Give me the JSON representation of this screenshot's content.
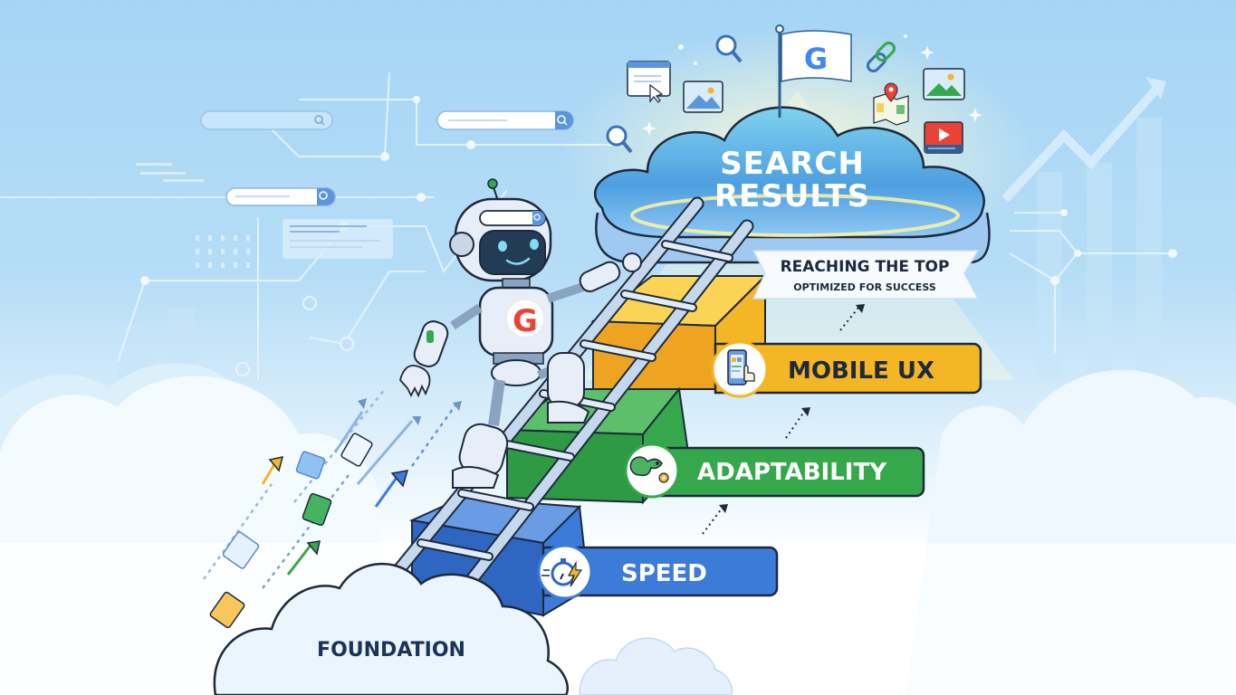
{
  "illustration": {
    "theme": "SEO ladder to search results",
    "colors": {
      "sky": "#a5d5f5",
      "blue_step": "#3d7bd9",
      "green_step": "#36a84c",
      "yellow_step": "#f5b625",
      "outline": "#1d2a3c",
      "cloud_glow": "#fff6b0"
    }
  },
  "top_cloud": {
    "title_line1": "SEARCH",
    "title_line2": "RESULTS",
    "banner_main": "REACHING THE TOP",
    "banner_sub": "OPTIMIZED FOR SUCCESS",
    "flag_logo": "G",
    "floating_icons": [
      "browser-window-icon",
      "image-icon",
      "search-icon",
      "link-icon",
      "map-pin-icon",
      "image-icon",
      "video-play-icon",
      "search-icon"
    ]
  },
  "steps": [
    {
      "label": "SPEED",
      "icon": "stopwatch-lightning-icon",
      "color": "#3d7bd9",
      "text_color": "#ffffff"
    },
    {
      "label": "ADAPTABILITY",
      "icon": "chameleon-gear-icon",
      "color": "#36a84c",
      "text_color": "#ffffff"
    },
    {
      "label": "MOBILE UX",
      "icon": "mobile-tap-icon",
      "color": "#f5b625",
      "text_color": "#1d2a3c"
    }
  ],
  "foundation": {
    "label": "FOUNDATION"
  },
  "robot": {
    "chest_logo": "G",
    "visor_icon": "search-icon"
  }
}
